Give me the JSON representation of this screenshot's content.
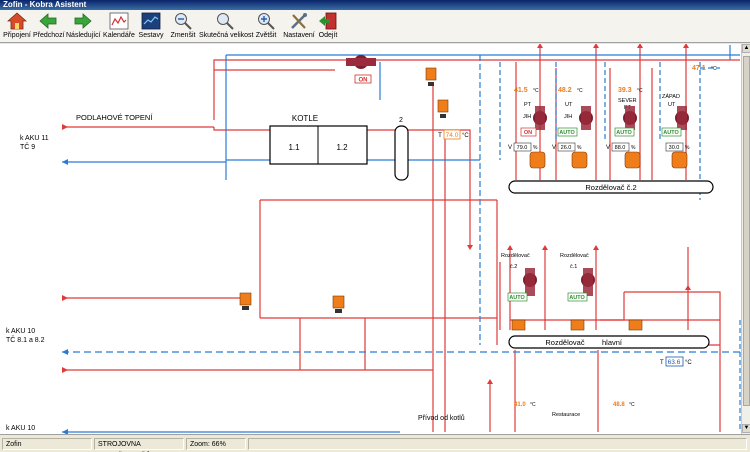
{
  "window": {
    "title": "Zofin - Kobra Asistent"
  },
  "toolbar": {
    "connect": "Připojení",
    "prev": "Předchozí",
    "next": "Následující",
    "calendars": "Kalendáře",
    "sets": "Sestavy",
    "zoom_out": "Zmenšit",
    "actual_size": "Skutečná velikost",
    "zoom_in": "Zvětšit",
    "settings": "Nastavení",
    "exit": "Odejít"
  },
  "diagram": {
    "label_floor_heating": "PODLAHOVÉ TOPENÍ",
    "label_aku11": "k AKU 11",
    "label_tc9": "TČ 9",
    "label_boilers": "KOTLE",
    "boiler_1": "1.1",
    "boiler_2": "1.2",
    "label_two": "2",
    "label_aku10": "k AKU 10",
    "label_tc81": "TČ 8.1 a 8.2",
    "label_aku10b": "k AKU 10",
    "label_boiler_supply": "Přívod od kotlů",
    "label_dist2": "Rozdělovač č.2",
    "label_dist_main_a": "Rozdělovač",
    "label_dist_main_b": "hlavní",
    "label_dist_c2": "Rozdělovač",
    "label_dist_c2n": "č.2",
    "label_dist_c1": "Rozdělovač",
    "label_dist_c1n": "č.1",
    "label_restaurace": "Restaurace",
    "pump_top_state": "ON",
    "pump_c2_state": "AUTO",
    "pump_c1_state": "AUTO",
    "temp_label_t": "T",
    "temp_boiler": "74.0",
    "temp_main": "63.6",
    "unit_c": "°C",
    "unit_pct": "%",
    "unit_v": "V",
    "circuits": [
      {
        "temp": "41.5",
        "name_a": "PT",
        "name_b": "JIH",
        "state": "ON",
        "valve": "79.0"
      },
      {
        "temp": "48.2",
        "name_a": "UT",
        "name_b": "JIH",
        "state": "AUTO",
        "valve": "26.0"
      },
      {
        "temp": "39.3",
        "name_a": "SEVER",
        "name_b": "PT",
        "state": "AUTO",
        "valve": "88.0"
      },
      {
        "temp": "47.1",
        "name_a": "ZÁPAD",
        "name_b": "UT",
        "state": "AUTO",
        "valve": "30.0"
      }
    ],
    "temp_bottom_1": "41.0",
    "temp_bottom_2": "48.8"
  },
  "status": {
    "app": "Zofin",
    "location": "STROJOVNA ROZDĚLOVAČŮ",
    "zoom": "Zoom: 66%"
  },
  "colors": {
    "hot_pipe": "#e03a3a",
    "cold_pipe": "#2a7bd6",
    "pump": "#7a1f2d",
    "valve": "#ef7d1a",
    "temp_orange": "#ef7d1a"
  }
}
